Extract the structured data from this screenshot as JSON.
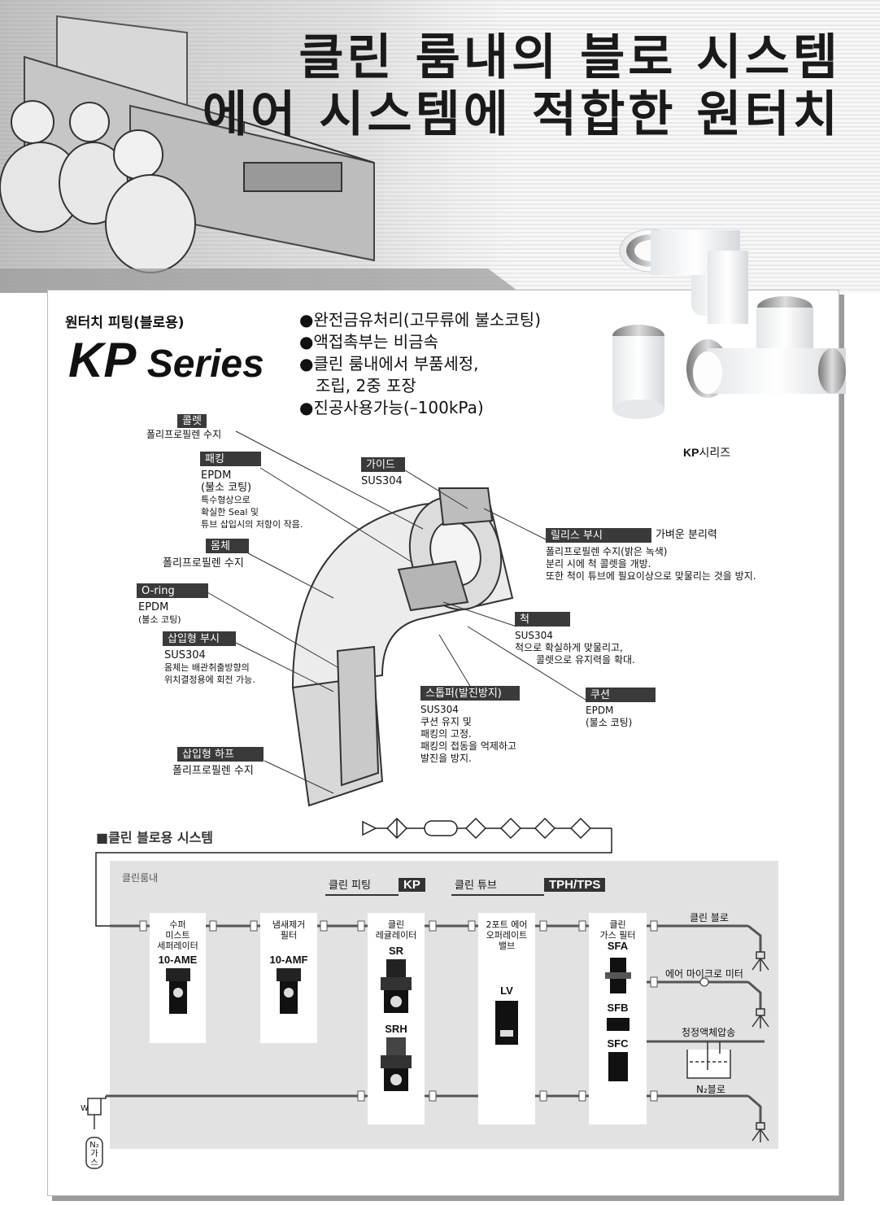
{
  "header": {
    "line1": "클린 룸내의 블로 시스템",
    "line2": "에어 시스템에 적합한 원터치"
  },
  "product": {
    "subtitle": "원터치 피팅(블로용)",
    "name_kp": "KP",
    "name_series": " Series",
    "features": [
      "●완전금유처리(고무류에 불소코팅)",
      "●액접촉부는 비금속",
      "●클린 룸내에서 부품세정,",
      "조립, 2중 포장",
      "●진공사용가능(–100kPa)"
    ],
    "photo_caption_bold": "KP",
    "photo_caption_rest": "시리즈"
  },
  "parts": {
    "collet": {
      "title": "콜렛",
      "lines": [
        "폴리프로필렌 수지"
      ]
    },
    "packing": {
      "title": "패킹",
      "lines": [
        "EPDM",
        "(불소 코팅)"
      ],
      "notes": [
        "특수형상으로",
        "확실한 Seal 및",
        "튜브 삽입시의 저항이 작음."
      ]
    },
    "guide": {
      "title": "가이드",
      "lines": [
        "SUS304"
      ]
    },
    "body": {
      "title": "몸체",
      "lines": [
        "폴리프로필렌 수지"
      ]
    },
    "oring": {
      "title": "O-ring",
      "lines": [
        "EPDM",
        "(불소 코팅)"
      ]
    },
    "bushing": {
      "title": "삽입형 부시",
      "lines": [
        "SUS304"
      ],
      "notes": [
        "몸체는 배관취출방향의",
        "위치결정용에 회전 가능."
      ]
    },
    "insert_half": {
      "title": "삽입형 하프",
      "lines": [
        "폴리프로필렌 수지"
      ]
    },
    "release": {
      "title": "릴리스 부시",
      "side": "가벼운 분리력",
      "lines": [
        "폴리프로필렌 수지(밝은 녹색)",
        "분리 시에 척 콜렛을 개방.",
        "또한 척이 튜브에 필요이상으로 맞물리는 것을 방지."
      ]
    },
    "chuck": {
      "title": "척",
      "lines": [
        "SUS304",
        "척으로 확실하게 맞물리고,",
        "콜렛으로 유지력을 확대."
      ]
    },
    "stopper": {
      "title": "스톱퍼(발진방지)",
      "lines": [
        "SUS304",
        "쿠션 유지 및",
        "패킹의 고정.",
        "패킹의 접동을 억제하고",
        "발진을 방지."
      ]
    },
    "cushion": {
      "title": "쿠션",
      "lines": [
        "EPDM",
        "(불소 코팅)"
      ]
    }
  },
  "system": {
    "title": "■클린 블로용 시스템",
    "area_label": "클린룸내",
    "fitting_bar": {
      "name": "클린 피팅",
      "code": "KP"
    },
    "tube_bar": {
      "name": "클린 튜브",
      "code": "TPH/TPS"
    },
    "boxes": [
      {
        "name": [
          "수퍼",
          "미스트",
          "세퍼레이터"
        ],
        "models": [
          "10-AME"
        ]
      },
      {
        "name": [
          "냄새제거",
          "필터"
        ],
        "models": [
          "10-AMF"
        ]
      },
      {
        "name": [
          "클린",
          "레귤레이터"
        ],
        "models": [
          "SR",
          "SRH"
        ]
      },
      {
        "name": [
          "2포트 에어",
          "오퍼레이트",
          "밸브"
        ],
        "models": [
          "LV"
        ]
      },
      {
        "name": [
          "클린",
          "가스 필터"
        ],
        "models": [
          "SFA",
          "SFB",
          "SFC"
        ]
      }
    ],
    "outputs": [
      "클린 블로",
      "에어 마이크로 미터",
      "청정액체압송",
      "N₂블로"
    ],
    "n2_source": [
      "N₂",
      "가",
      "스"
    ],
    "drain_label": "W"
  }
}
